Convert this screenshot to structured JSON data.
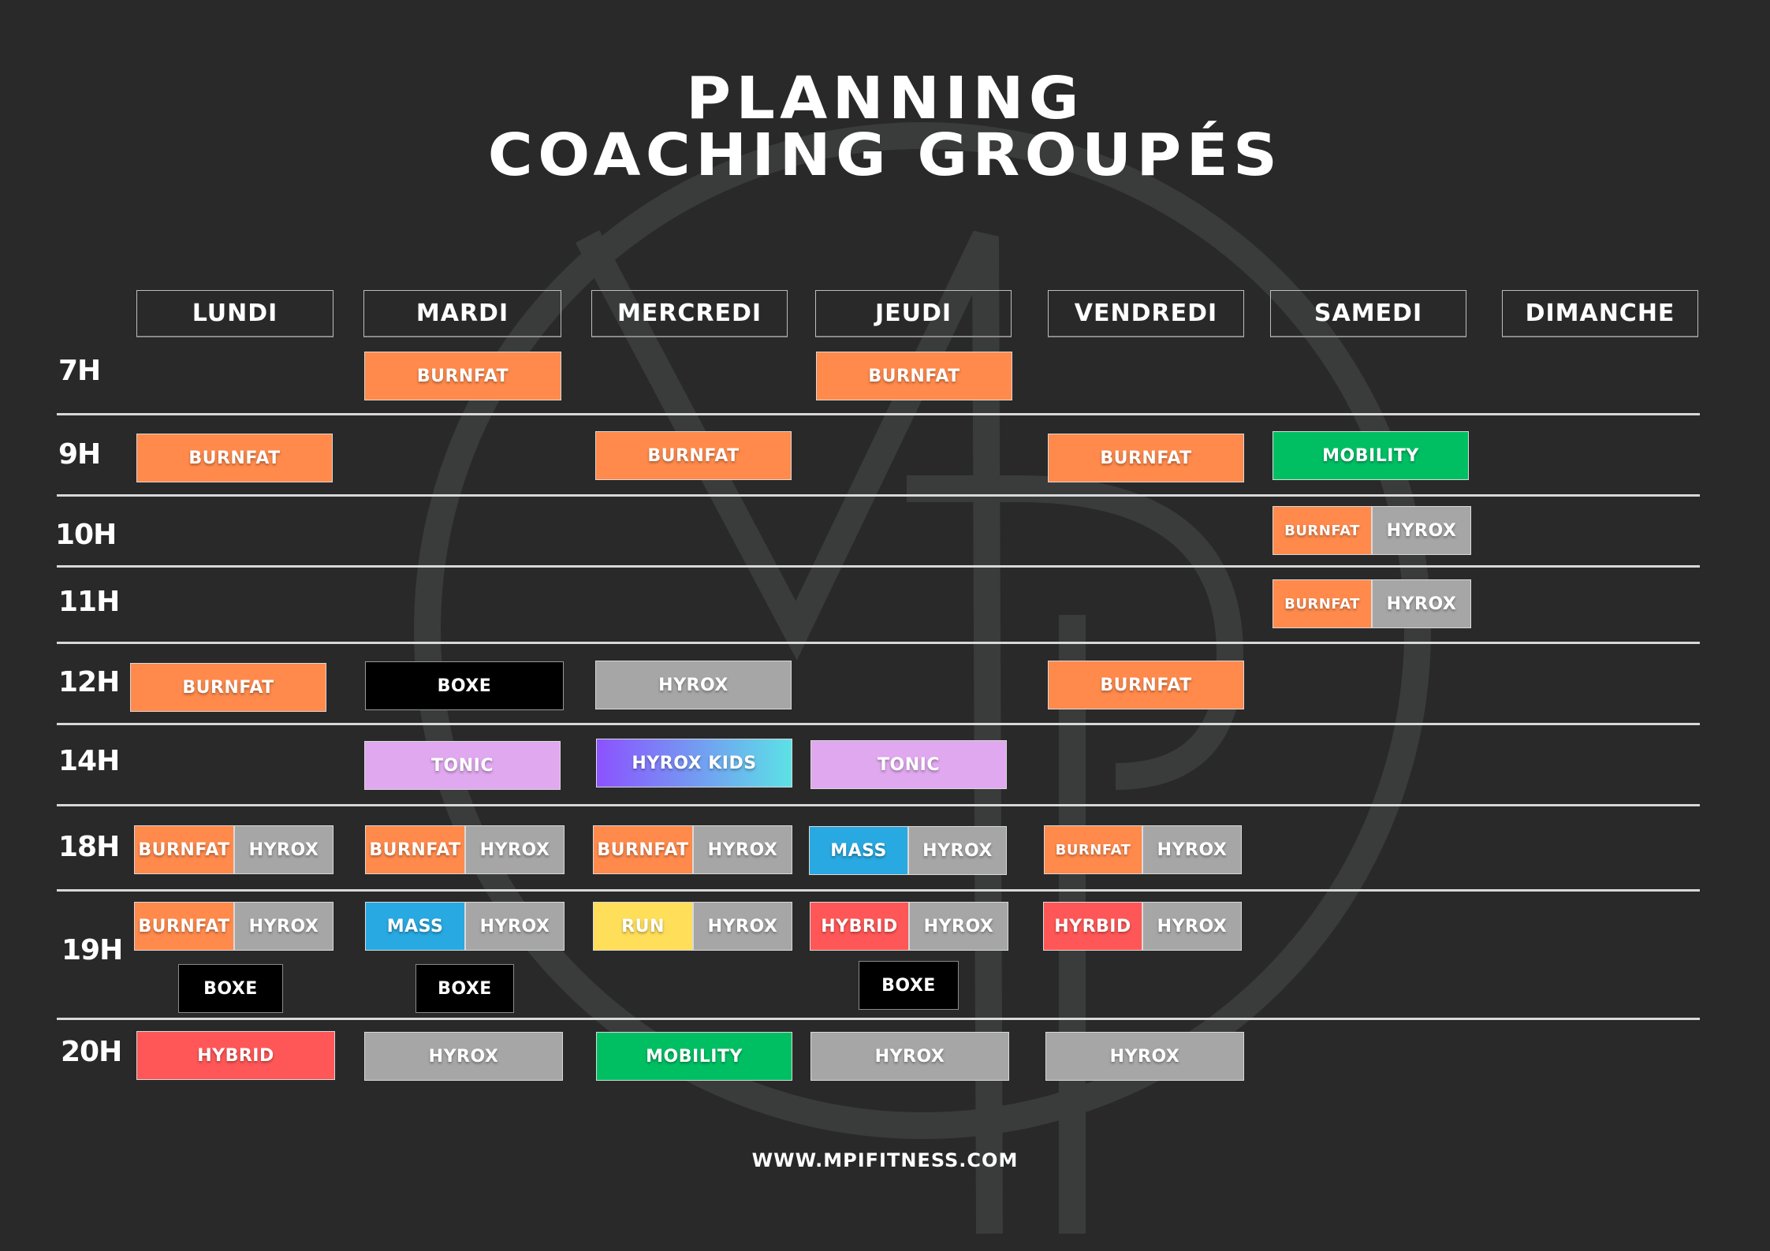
{
  "header": {
    "title_line1": "PLANNING",
    "title_line2": "COACHING GROUPÉS"
  },
  "colors": {
    "background": "#292929",
    "burnfat": "#FF8A4C",
    "hyrox": "#A6A6A6",
    "boxe": "#000000",
    "mobility": "#00BF63",
    "tonic": "#E0A8EF",
    "hyrox_kids_start": "#8C52FF",
    "hyrox_kids_end": "#5CE1E6",
    "mass": "#29A9E1",
    "run": "#FFDE59",
    "hybrid": "#FF5757"
  },
  "days": [
    "LUNDI",
    "MARDI",
    "MERCREDI",
    "JEUDI",
    "VENDREDI",
    "SAMEDI",
    "DIMANCHE"
  ],
  "times": [
    "7H",
    "9H",
    "10H",
    "11H",
    "12H",
    "14H",
    "18H",
    "19H",
    "20H"
  ],
  "schedule": {
    "h7": {
      "mardi": "BURNFAT",
      "jeudi": "BURNFAT"
    },
    "h9": {
      "lundi": "BURNFAT",
      "mercredi": "BURNFAT",
      "vendredi": "BURNFAT",
      "samedi": "MOBILITY"
    },
    "h10": {
      "samedi_a": "BURNFAT",
      "samedi_b": "HYROX"
    },
    "h11": {
      "samedi_a": "BURNFAT",
      "samedi_b": "HYROX"
    },
    "h12": {
      "lundi": "BURNFAT",
      "mardi": "BOXE",
      "mercredi": "HYROX",
      "vendredi": "BURNFAT"
    },
    "h14": {
      "mardi": "TONIC",
      "mercredi": "HYROX KIDS",
      "jeudi": "TONIC"
    },
    "h18": {
      "lundi_a": "BURNFAT",
      "lundi_b": "HYROX",
      "mardi_a": "BURNFAT",
      "mardi_b": "HYROX",
      "mercredi_a": "BURNFAT",
      "mercredi_b": "HYROX",
      "jeudi_a": "MASS",
      "jeudi_b": "HYROX",
      "vendredi_a": "BURNFAT",
      "vendredi_b": "HYROX"
    },
    "h19": {
      "lundi_a": "BURNFAT",
      "lundi_b": "HYROX",
      "lundi_c": "BOXE",
      "mardi_a": "MASS",
      "mardi_b": "HYROX",
      "mardi_c": "BOXE",
      "mercredi_a": "RUN",
      "mercredi_b": "HYROX",
      "jeudi_a": "HYBRID",
      "jeudi_b": "HYROX",
      "jeudi_c": "BOXE",
      "vendredi_a": "HYRBID",
      "vendredi_b": "HYROX"
    },
    "h20": {
      "lundi": "HYBRID",
      "mardi": "HYROX",
      "mercredi": "MOBILITY",
      "jeudi": "HYROX",
      "vendredi": "HYROX"
    }
  },
  "footer": {
    "website": "WWW.MPIFITNESS.COM"
  }
}
